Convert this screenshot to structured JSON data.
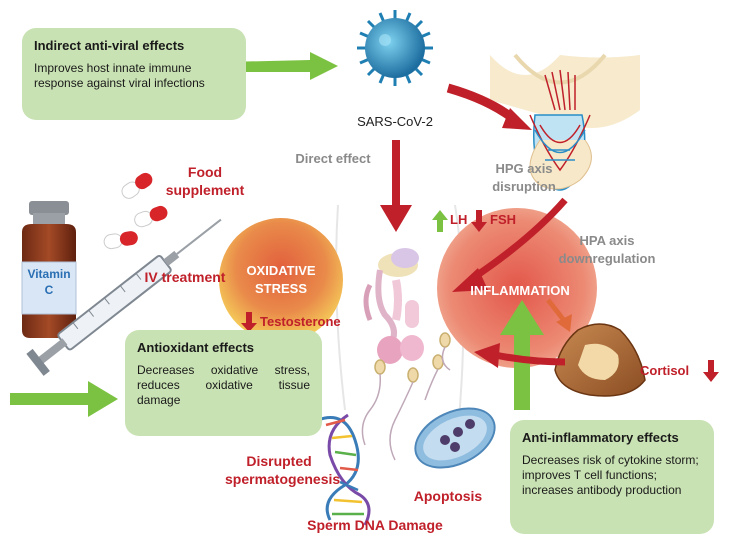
{
  "indirect_box": {
    "title": "Indirect anti-viral effects",
    "text": "Improves host innate immune response against viral infections"
  },
  "antioxidant_box": {
    "title": "Antioxidant effects",
    "text": "Decreases oxidative stress, reduces oxidative tissue damage"
  },
  "antiinflammatory_box": {
    "title": "Anti-inflammatory effects",
    "text": "Decreases risk of cytokine storm; improves T cell functions; increases antibody production"
  },
  "virus_label": "SARS-CoV-2",
  "direct_effect": "Direct effect",
  "hpg": "HPG axis disruption",
  "hpa": "HPA axis downregulation",
  "lh": "LH",
  "fsh": "FSH",
  "food_supplement": "Food supplement",
  "iv_treatment": "IV treatment",
  "vitamin_label": "Vitamin C",
  "oxidative_stress": "OXIDATIVE STRESS",
  "inflammation": "INFLAMMATION",
  "testosterone": "Testosterone",
  "cortisol": "Cortisol",
  "disrupted": "Disrupted spermatogenesis",
  "apoptosis": "Apoptosis",
  "sperm_dna": "Sperm DNA Damage",
  "colors": {
    "box_green": "#c9e2b3",
    "arrow_red": "#c0202a",
    "arrow_green": "#7cc242",
    "label_gray": "#8a8a8a"
  }
}
